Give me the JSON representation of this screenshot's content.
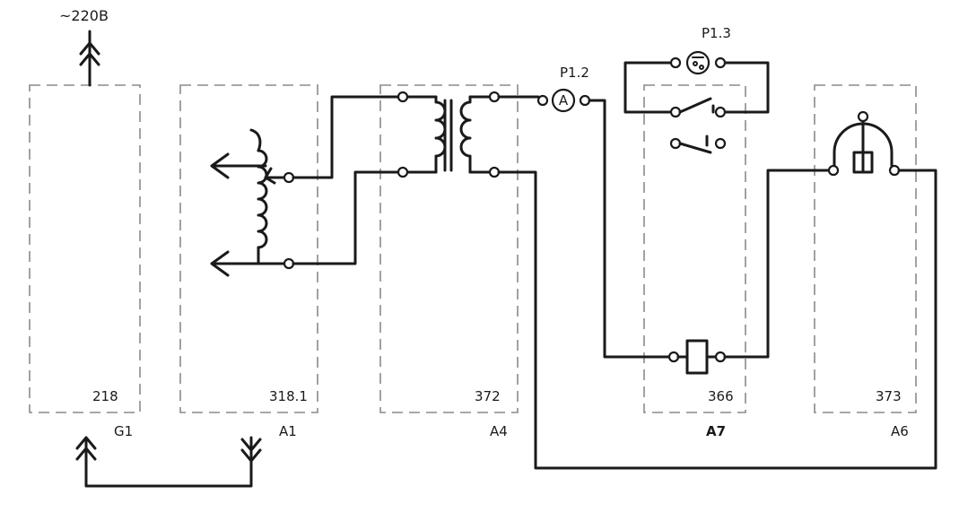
{
  "supply": {
    "label": "~220В"
  },
  "modules": [
    {
      "code": "218",
      "designator": "G1"
    },
    {
      "code": "318.1",
      "designator": "А1"
    },
    {
      "code": "372",
      "designator": "А4"
    },
    {
      "code": "366",
      "designator": "А7"
    },
    {
      "code": "373",
      "designator": "А6"
    }
  ],
  "meters": {
    "ammeter": {
      "label": "P1.2",
      "symbol": "A"
    },
    "counter": {
      "label": "P1.3"
    }
  },
  "colors": {
    "ink": "#1a1a1a",
    "frame": "#8a8a8a",
    "background": "#ffffff"
  }
}
